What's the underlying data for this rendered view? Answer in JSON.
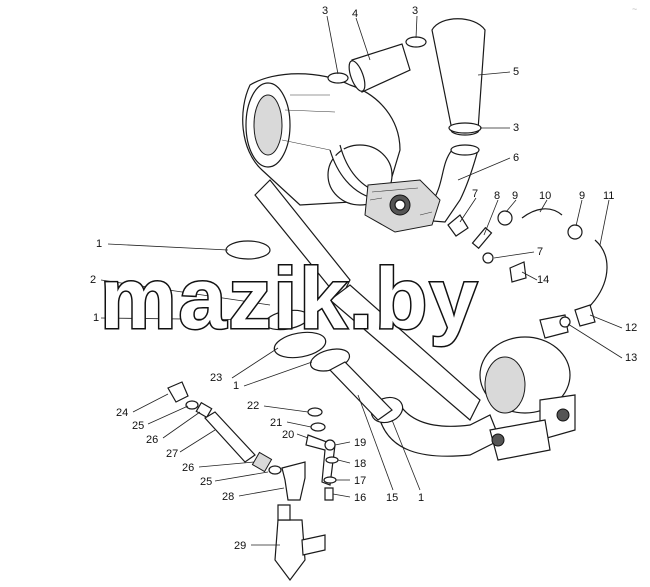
{
  "watermark": "mazik.by",
  "corner_mark": "~",
  "callouts": [
    {
      "id": "c3a",
      "label": "3"
    },
    {
      "id": "c4",
      "label": "4"
    },
    {
      "id": "c3b",
      "label": "3"
    },
    {
      "id": "c5",
      "label": "5"
    },
    {
      "id": "c3c",
      "label": "3"
    },
    {
      "id": "c6",
      "label": "6"
    },
    {
      "id": "c7a",
      "label": "7"
    },
    {
      "id": "c8",
      "label": "8"
    },
    {
      "id": "c9a",
      "label": "9"
    },
    {
      "id": "c10",
      "label": "10"
    },
    {
      "id": "c9b",
      "label": "9"
    },
    {
      "id": "c11",
      "label": "11"
    },
    {
      "id": "c7b",
      "label": "7"
    },
    {
      "id": "c14",
      "label": "14"
    },
    {
      "id": "c12",
      "label": "12"
    },
    {
      "id": "c13",
      "label": "13"
    },
    {
      "id": "c1a",
      "label": "1"
    },
    {
      "id": "c2",
      "label": "2"
    },
    {
      "id": "c1b",
      "label": "1"
    },
    {
      "id": "c23",
      "label": "23"
    },
    {
      "id": "c1c",
      "label": "1"
    },
    {
      "id": "c24",
      "label": "24"
    },
    {
      "id": "c25a",
      "label": "25"
    },
    {
      "id": "c26a",
      "label": "26"
    },
    {
      "id": "c27",
      "label": "27"
    },
    {
      "id": "c22",
      "label": "22"
    },
    {
      "id": "c21",
      "label": "21"
    },
    {
      "id": "c20",
      "label": "20"
    },
    {
      "id": "c19",
      "label": "19"
    },
    {
      "id": "c18",
      "label": "18"
    },
    {
      "id": "c17",
      "label": "17"
    },
    {
      "id": "c16",
      "label": "16"
    },
    {
      "id": "c15",
      "label": "15"
    },
    {
      "id": "c1d",
      "label": "1"
    },
    {
      "id": "c26b",
      "label": "26"
    },
    {
      "id": "c25b",
      "label": "25"
    },
    {
      "id": "c28",
      "label": "28"
    },
    {
      "id": "c29",
      "label": "29"
    }
  ]
}
